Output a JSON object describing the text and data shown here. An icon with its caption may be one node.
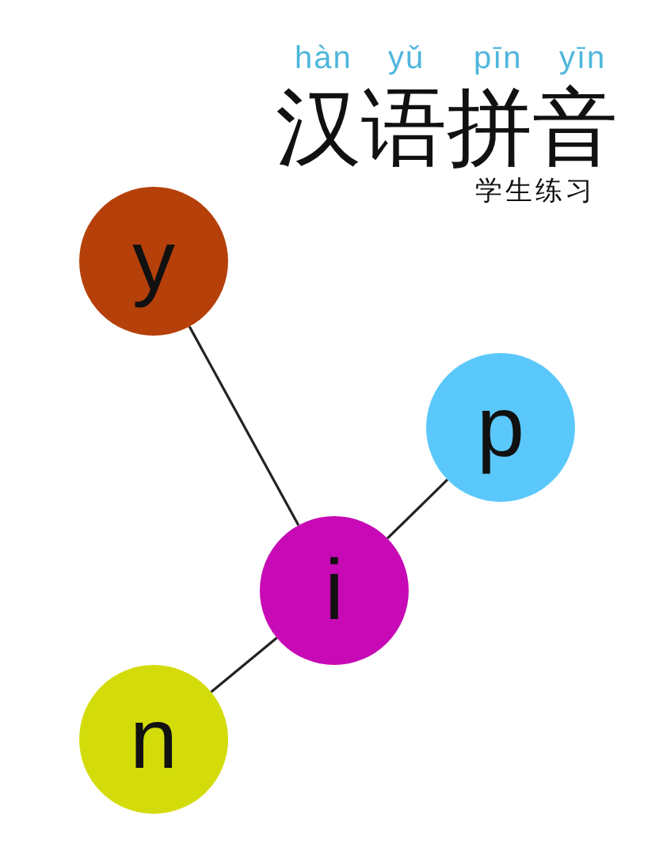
{
  "diagram": {
    "title": "汉语拼音",
    "nodes": [
      {
        "text": [
          "y"
        ]
      },
      {
        "text": [
          "p"
        ]
      },
      {
        "text": [
          "i"
        ]
      },
      {
        "text": [
          "n"
        ]
      }
    ],
    "edges": [
      {
        "from": 0,
        "to": 2,
        "arrow": "none"
      },
      {
        "from": 1,
        "to": 2,
        "arrow": "none"
      },
      {
        "from": 2,
        "to": 3,
        "arrow": "none"
      }
    ],
    "labels": [
      "hàn",
      "yǔ",
      "pīn",
      "yīn",
      "学生练习"
    ]
  }
}
